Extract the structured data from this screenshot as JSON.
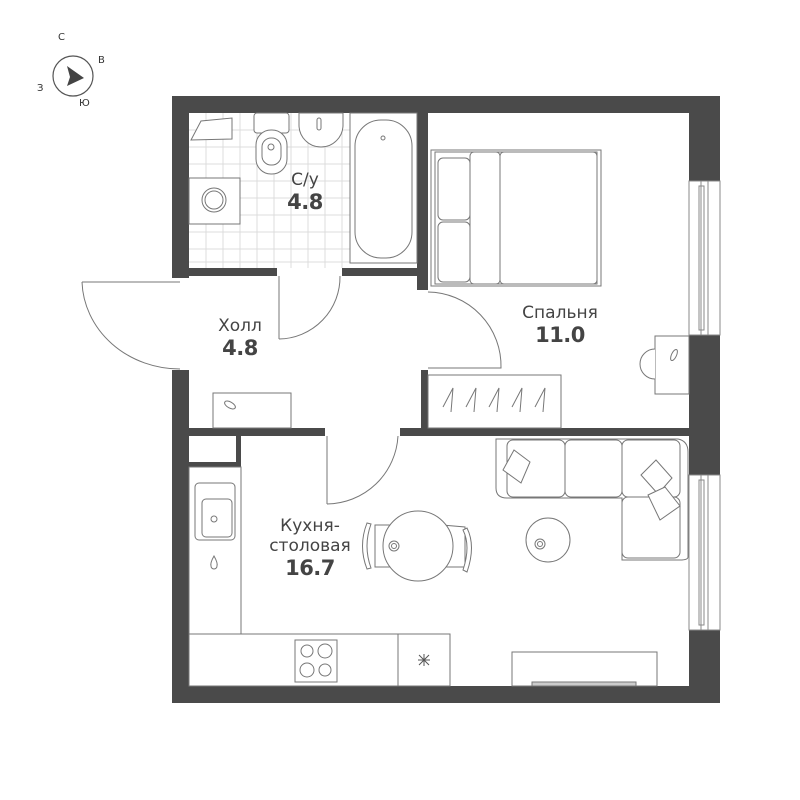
{
  "compass": {
    "north": "С",
    "east": "В",
    "south": "Ю",
    "west": "З"
  },
  "colors": {
    "wall": "#4a4a4a",
    "line": "#777777",
    "tile": "#dddddd",
    "label": "#444444"
  },
  "rooms": [
    {
      "id": "bathroom",
      "name": "С/у",
      "area": "4.8"
    },
    {
      "id": "hall",
      "name": "Холл",
      "area": "4.8"
    },
    {
      "id": "bedroom",
      "name": "Спальня",
      "area": "11.0"
    },
    {
      "id": "kitchen",
      "name_line1": "Кухня-",
      "name_line2": "столовая",
      "area": "16.7"
    }
  ]
}
